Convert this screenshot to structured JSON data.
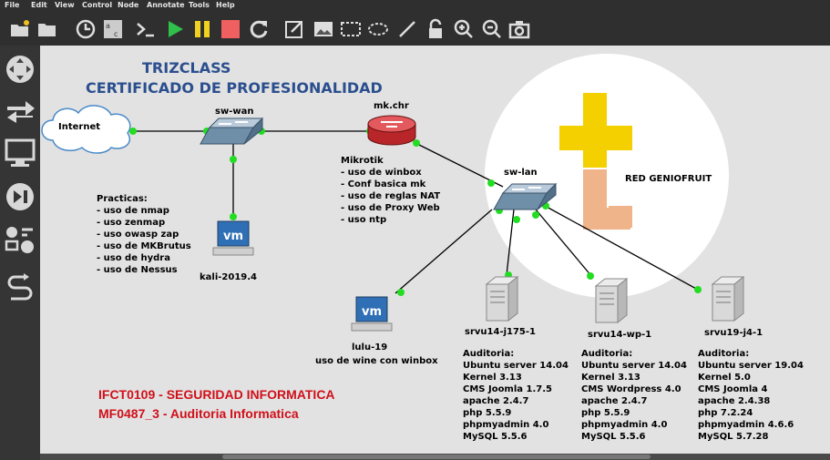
{
  "menu": [
    "File",
    "Edit",
    "View",
    "Control",
    "Node",
    "Annotate",
    "Tools",
    "Help"
  ],
  "toolbar_icons": [
    "open-folder-icon",
    "folder-icon",
    "clock-icon",
    "snapshot-icon",
    "console-icon",
    "play-icon",
    "pause-icon",
    "stop-icon",
    "reload-icon",
    "note-icon",
    "image-icon",
    "rectangle-icon",
    "ellipse-icon",
    "line-icon",
    "lock-icon",
    "zoom-in-icon",
    "zoom-out-icon",
    "camera-icon"
  ],
  "sidebar_icons": [
    "routers-icon",
    "switches-icon",
    "end-devices-icon",
    "security-devices-icon",
    "all-devices-icon",
    "add-link-icon"
  ],
  "header": {
    "title1": "TRIZCLASS",
    "title2": "CERTIFICADO DE PROFESIONALIDAD"
  },
  "nodes": {
    "internet": "Internet",
    "sw_wan": "sw-wan",
    "mk": "mk.chr",
    "sw_lan": "sw-lan",
    "kali": "kali-2019.4",
    "lulu": "lulu-19",
    "lulu_sub": "uso de wine con winbox",
    "srv1": "srvu14-j175-1",
    "srv2": "srvu14-wp-1",
    "srv3": "srvu19-j4-1",
    "geniofruit": "RED GENIOFRUIT"
  },
  "mikrotik_notes": [
    "Mikrotik",
    "- uso de winbox",
    "- Conf basica mk",
    "- uso de reglas NAT",
    "- uso de Proxy Web",
    "- uso ntp"
  ],
  "practicas_notes": [
    "Practicas:",
    "- uso de nmap",
    "- uso zenmap",
    "- uso owasp zap",
    "- uso de MKBrutus",
    "- uso de hydra",
    "- uso de Nessus"
  ],
  "audit1": [
    "Auditoria:",
    "Ubuntu server 14.04",
    "Kernel 3.13",
    "CMS Joomla 1.7.5",
    "apache 2.4.7",
    "php 5.5.9",
    "phpmyadmin 4.0",
    "MySQL 5.5.6"
  ],
  "audit2": [
    "Auditoria:",
    "Ubuntu server 14.04",
    "Kernel 3.13",
    "CMS Wordpress 4.0",
    "apache 2.4.7",
    "php 5.5.9",
    "phpmyadmin 4.0",
    "MySQL 5.5.6"
  ],
  "audit3": [
    "Auditoria:",
    "Ubuntu server 19.04",
    "Kernel 5.0",
    "CMS Joomla 4",
    "apache 2.4.38",
    "php 7.2.24",
    "phpmyadmin 4.6.6",
    "MySQL 5.7.28"
  ],
  "course": {
    "line1": "IFCT0109 - SEGURIDAD INFORMATICA",
    "line2": "MF0487_3 - Auditoria Informatica"
  },
  "colors": {
    "title": "#2b4f8e",
    "course": "#d0101a",
    "link_dot": "#22dd22",
    "logo_yellow": "#f4d000",
    "logo_peach": "#f0b48a"
  }
}
